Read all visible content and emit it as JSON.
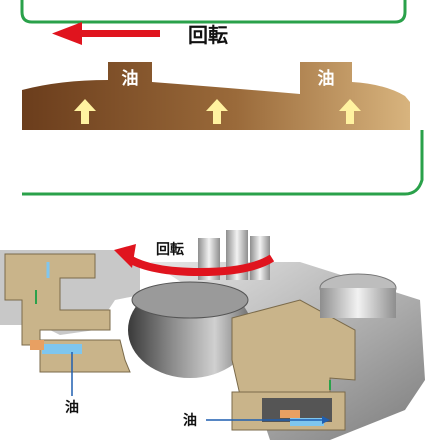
{
  "top_diagram": {
    "rotation_label": "回転",
    "oil_labels": [
      "油",
      "油"
    ]
  },
  "bottom_diagram": {
    "rotation_label": "回転",
    "oil_callout_left": "油",
    "oil_callout_right": "油"
  },
  "colors": {
    "frame_green": "#2aa14a",
    "arrow_red": "#e0141e",
    "oil_brown_dark": "#6b3d1c",
    "oil_brown_light": "#d2ae78",
    "up_arrow_yellow": "#fff2a0",
    "film_blue": "#7fc6ee",
    "film_orange": "#e8a062",
    "section_tan": "#c9b48a",
    "metal_gray": "#b8b8b8"
  },
  "icons": [
    "left-arrow-icon",
    "up-arrow-icon",
    "curved-rotation-arrow-icon"
  ]
}
